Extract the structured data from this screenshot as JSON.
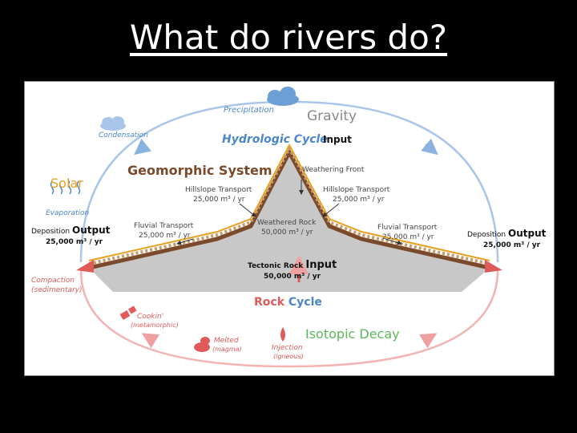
{
  "slide": {
    "title": "What do rivers do?"
  },
  "diagram": {
    "precipitation": "Precipitation",
    "gravity": "Gravity",
    "condensation": "Condensation",
    "hydrologic_cycle": "Hydrologic Cycle",
    "hydrologic_input": "Input",
    "solar": "Solar",
    "evaporation": "Evaporation",
    "geomorphic_system": "Geomorphic System",
    "weathering_front": "Weathering Front",
    "hillslope_left": {
      "label": "Hillslope Transport",
      "value": "25,000 m³ / yr"
    },
    "hillslope_right": {
      "label": "Hillslope Transport",
      "value": "25,000 m³ / yr"
    },
    "weathered_rock": {
      "label": "Weathered Rock",
      "value": "50,000 m³ / yr"
    },
    "fluvial_left": {
      "label": "Fluvial Transport",
      "value": "25,000 m³ / yr"
    },
    "fluvial_right": {
      "label": "Fluvial Transport",
      "value": "25,000 m³ / yr"
    },
    "deposition_left": {
      "label": "Deposition",
      "output": "Output",
      "value": "25,000 m³ / yr"
    },
    "deposition_right": {
      "label": "Deposition",
      "output": "Output",
      "value": "25,000 m³ / yr"
    },
    "tectonic": {
      "label": "Tectonic Rock",
      "input": "Input",
      "value": "50,000 m³ / yr"
    },
    "rock_cycle": {
      "rock": "Rock",
      "cycle": "Cycle"
    },
    "compaction": {
      "label": "Compaction",
      "sub": "(sedimentary)"
    },
    "cookin": {
      "label": "Cookin'",
      "sub": "(metamorphic)"
    },
    "melted": {
      "label": "Melted",
      "sub": "(magma)"
    },
    "injection": {
      "label": "Injection",
      "sub": "(igneous)"
    },
    "isotopic_decay": "Isotopic Decay",
    "colors": {
      "blue": "#4a86c8",
      "red": "#e05a5a",
      "gold": "#e8a020",
      "rock": "#c4c4c4",
      "brown": "#7a4a2a"
    }
  }
}
